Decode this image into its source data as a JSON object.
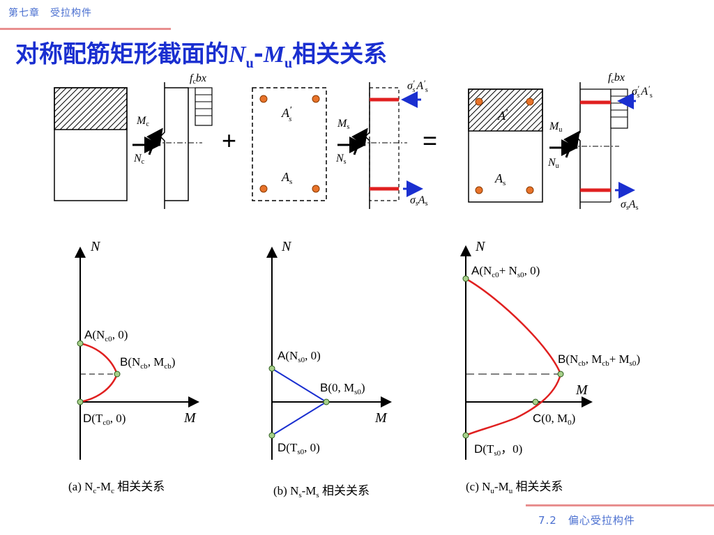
{
  "header": {
    "chapter": "第七章　受拉构件"
  },
  "title": {
    "prefix": "对称配筋矩形截面的",
    "n": "N",
    "dash": "-",
    "m": "M",
    "sub": "u",
    "suffix": "相关关系"
  },
  "footer": {
    "section": "7.2　偏心受拉构件"
  },
  "section_diagram": {
    "plus": "+",
    "equals": "=",
    "fcbx_f": "f",
    "fcbx_c": "c",
    "fcbx_bx": "bx",
    "sigma": "σ",
    "s": "s",
    "prime": "′",
    "A": "A",
    "Mc": "M",
    "Nc": "N",
    "c": "c",
    "Ms": "M",
    "Ns": "N",
    "Mu": "M",
    "Nu": "N",
    "u": "u"
  },
  "plots": {
    "a": {
      "axis_n": "N",
      "axis_m": "M",
      "point_a": {
        "letter": "A",
        "label": "(N",
        "sub": "c0",
        "tail": ", 0)"
      },
      "point_b": {
        "letter": "B",
        "label": "(N",
        "sub1": "cb",
        "mid": ", M",
        "sub2": "cb",
        "tail": ")"
      },
      "point_d": {
        "letter": "D",
        "label": "(T",
        "sub": "c0",
        "tail": ", 0)"
      },
      "caption": {
        "open": "(a) N",
        "sub1": "c",
        "dash": "-M",
        "sub2": "c",
        "tail": " 相关关系"
      }
    },
    "b": {
      "axis_n": "N",
      "axis_m": "M",
      "point_a": {
        "letter": "A",
        "label": "(N",
        "sub": "s0",
        "tail": ", 0)"
      },
      "point_b": {
        "letter": "B",
        "label": "(0, M",
        "sub": "s0",
        "tail": ")"
      },
      "point_d": {
        "letter": "D",
        "label": "(T",
        "sub": "s0",
        "tail": ", 0)"
      },
      "caption": {
        "open": "(b) N",
        "sub1": "s",
        "dash": "-M",
        "sub2": "s",
        "tail": " 相关关系"
      }
    },
    "c": {
      "axis_n": "N",
      "axis_m": "M",
      "point_a": {
        "letter": "A",
        "label": "(N",
        "sub1": "c0",
        "mid": "+ N",
        "sub2": "s0",
        "tail": ", 0)"
      },
      "point_b": {
        "letter": "B",
        "label": "(N",
        "sub1": "cb",
        "mid": ", M",
        "sub2": "cb",
        "mid2": "+ M",
        "sub3": "s0",
        "tail": ")"
      },
      "point_c": {
        "letter": "C",
        "label": "(0, M",
        "sub": "0",
        "tail": ")"
      },
      "point_d": {
        "letter": "D",
        "label": "(T",
        "sub": "s0",
        "tail": "，0)"
      },
      "caption": {
        "open": "(c) N",
        "sub1": "u",
        "dash": "-M",
        "sub2": "u",
        "tail": " 相关关系"
      }
    }
  },
  "colors": {
    "curve_red": "#e02020",
    "line_blue": "#1a2fd0",
    "arrow_blue": "#1a2fd0",
    "point_fill": "#a7d08a",
    "rebar": "#e8732a",
    "title": "#1a2fd0"
  }
}
